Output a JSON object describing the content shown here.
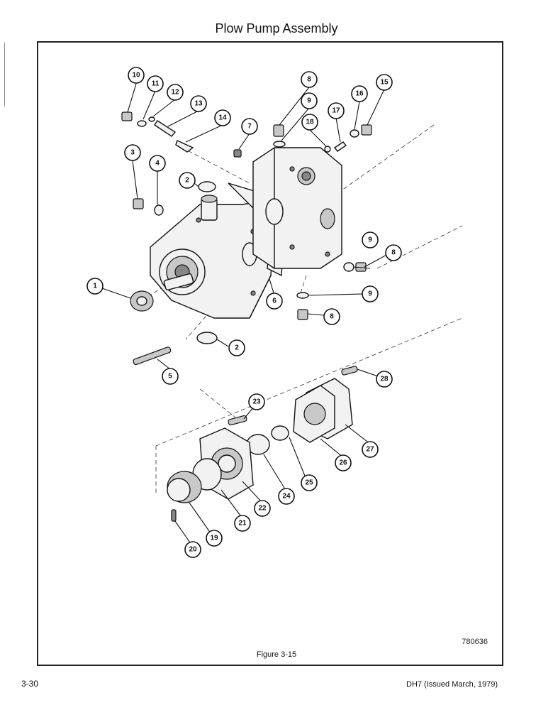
{
  "page": {
    "title": "Plow Pump Assembly",
    "drawing_number": "780636",
    "caption": "Figure 3-15",
    "page_number": "3-30",
    "doc_id": "DH7 (Issued March, 1979)"
  },
  "callouts": [
    "1",
    "2",
    "2",
    "3",
    "4",
    "5",
    "6",
    "7",
    "8",
    "8",
    "8",
    "9",
    "9",
    "9",
    "10",
    "11",
    "12",
    "13",
    "14",
    "15",
    "16",
    "17",
    "18",
    "19",
    "20",
    "21",
    "22",
    "23",
    "24",
    "25",
    "26",
    "27",
    "28"
  ]
}
